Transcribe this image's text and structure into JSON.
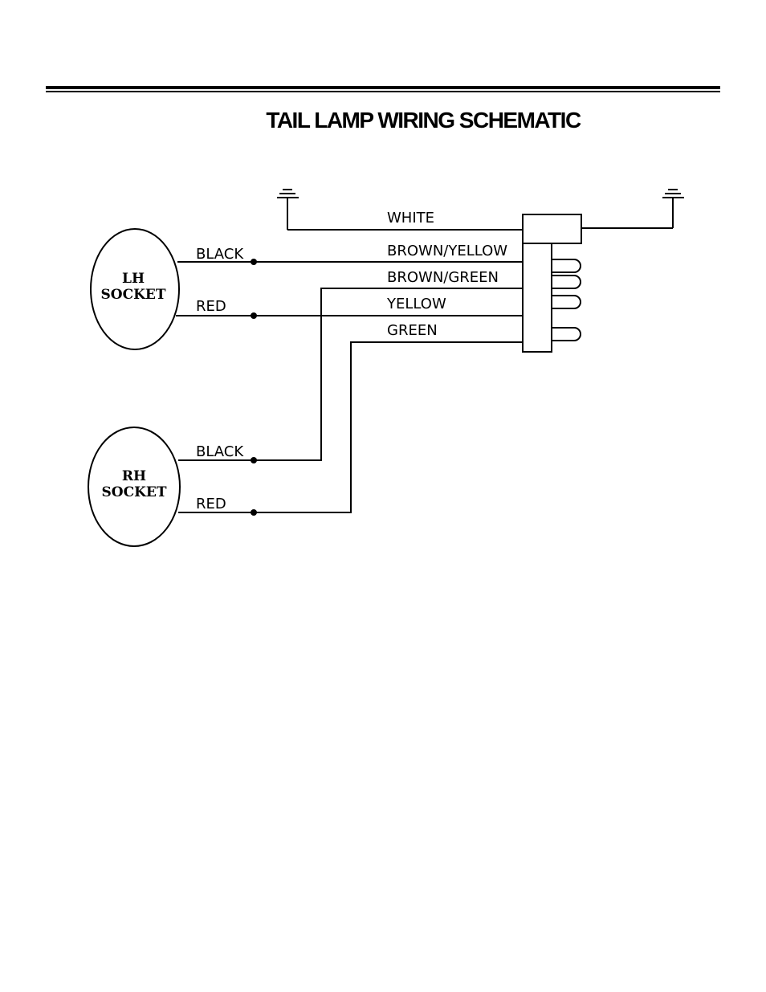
{
  "title": "TAIL LAMP WIRING SCHEMATIC",
  "sockets": {
    "lh": {
      "line1": "LH",
      "line2": "SOCKET"
    },
    "rh": {
      "line1": "RH",
      "line2": "SOCKET"
    }
  },
  "wires": {
    "white": "WHITE",
    "brown_yellow": "BROWN/YELLOW",
    "brown_green": "BROWN/GREEN",
    "yellow": "YELLOW",
    "green": "GREEN",
    "lh_black": "BLACK",
    "lh_red": "RED",
    "rh_black": "BLACK",
    "rh_red": "RED"
  },
  "icons": [
    "ground-icon",
    "ground-icon",
    "connector-plug"
  ]
}
